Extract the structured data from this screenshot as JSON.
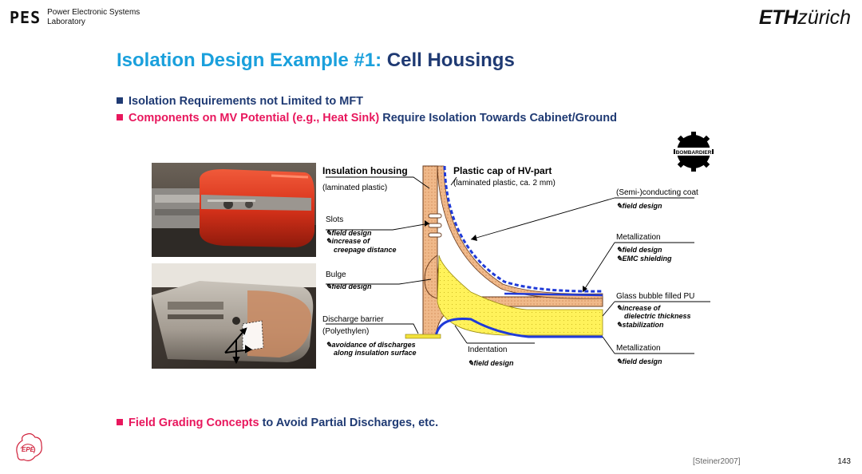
{
  "header": {
    "pes_mark": "PES",
    "pes_line1": "Power Electronic Systems",
    "pes_line2": "Laboratory",
    "eth_bold": "ETH",
    "eth_light": "zürich"
  },
  "title": {
    "part1": "Isolation Design Example #1:",
    "part2": "Cell Housings"
  },
  "bullets": {
    "b1": "Isolation Requirements not Limited to MFT",
    "b2_pink": "Components on MV Potential (e.g., Heat Sink)",
    "b2_navy": "Require Isolation Towards Cabinet/Ground",
    "b3_pink": "Field Grading Concepts",
    "b3_navy": "to Avoid Partial Discharges, etc."
  },
  "diagram": {
    "bombardier": "BOMBARDIER",
    "left_labels": {
      "insulation_housing": "Insulation housing",
      "insulation_housing_sub": "(laminated plastic)",
      "slots": "Slots",
      "slots_d1": "field design",
      "slots_d2": "increase of",
      "slots_d3": "creepage distance",
      "bulge": "Bulge",
      "bulge_d1": "field design",
      "discharge_barrier": "Discharge barrier",
      "discharge_barrier_sub": "(Polyethylen)",
      "discharge_d1": "avoidance of discharges",
      "discharge_d2": "along insulation surface"
    },
    "mid_labels": {
      "plastic_cap": "Plastic cap of HV-part",
      "plastic_cap_sub": "(laminated plastic, ca. 2 mm)",
      "indentation": "Indentation",
      "indentation_d1": "field design"
    },
    "right_labels": {
      "semi_coat": "(Semi-)conducting coat",
      "semi_coat_d1": "field design",
      "metallization_top": "Metallization",
      "metal_d1": "field design",
      "metal_d2": "EMC shielding",
      "glass_bubble": "Glass bubble filled PU",
      "glass_d1": "increase of",
      "glass_d2": "dielectric thickness",
      "glass_d3": "stabilization",
      "metallization_bottom": "Metallization",
      "metal2_d1": "field design"
    }
  },
  "footer": {
    "epe_text": "EPE",
    "citation": "[Steiner2007]",
    "page": "143"
  }
}
